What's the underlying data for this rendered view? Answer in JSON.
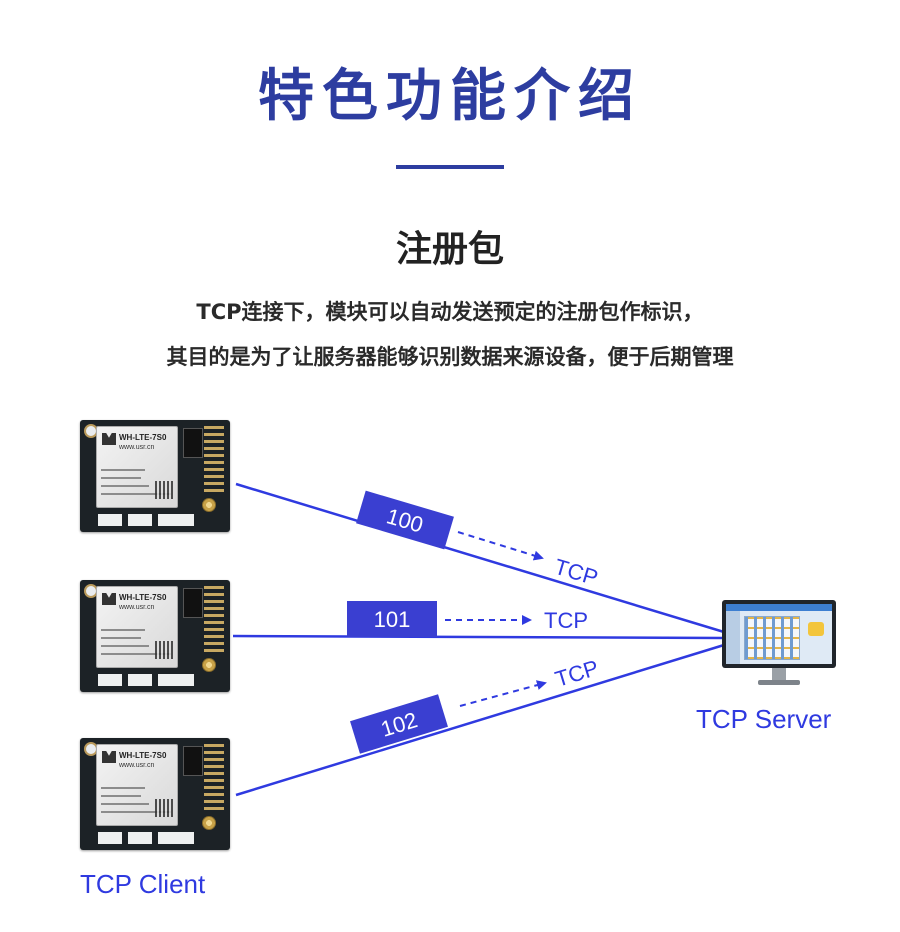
{
  "header": {
    "title": "特色功能介绍"
  },
  "section": {
    "title": "注册包",
    "description_line1": "TCP连接下，模块可以自动发送预定的注册包作标识，",
    "description_line2": "其目的是为了让服务器能够识别数据来源设备，便于后期管理"
  },
  "diagram": {
    "client_label": "TCP Client",
    "server_label": "TCP Server",
    "module": {
      "model": "WH-LTE-7S0",
      "site": "www.usr.cn"
    },
    "connections": [
      {
        "id_badge": "100",
        "protocol": "TCP"
      },
      {
        "id_badge": "101",
        "protocol": "TCP"
      },
      {
        "id_badge": "102",
        "protocol": "TCP"
      }
    ],
    "colors": {
      "accent": "#2f3ae0",
      "badge": "#3a3fd1",
      "title": "#2d3da0"
    }
  }
}
